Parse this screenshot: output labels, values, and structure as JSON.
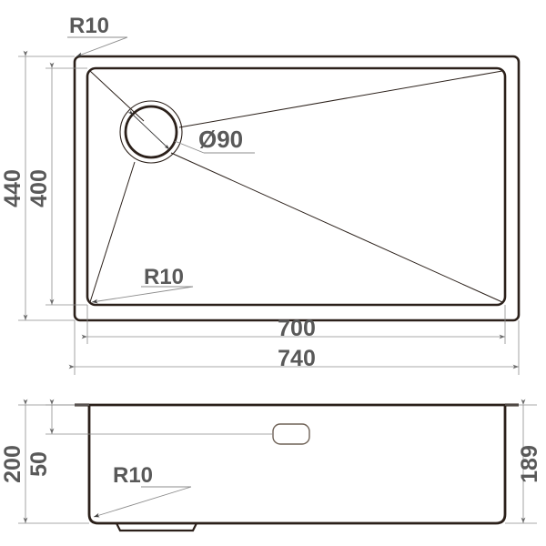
{
  "drawing": {
    "title": "Kitchen sink technical drawing",
    "units": "mm",
    "line_color": "#2b201a",
    "dim_color": "#8c8c8c",
    "text_color": "#595959",
    "background": "#ffffff"
  },
  "top_view": {
    "name": "top-view",
    "dimensions": {
      "outer_width": "740",
      "inner_width": "700",
      "outer_height": "440",
      "inner_height": "400"
    },
    "drain": {
      "label": "Ø90",
      "diameter": "90"
    },
    "corner_radius_top": {
      "label": "R10",
      "value": "10"
    },
    "corner_radius_bottom": {
      "label": "R10",
      "value": "10"
    }
  },
  "section_view": {
    "name": "section-view",
    "dimensions": {
      "overall_height": "200",
      "rim_to_overflow": "50",
      "bowl_depth_right": "189"
    },
    "corner_radius": {
      "label": "R10",
      "value": "10"
    },
    "overflow_slot": {
      "name": "overflow-slot"
    }
  }
}
